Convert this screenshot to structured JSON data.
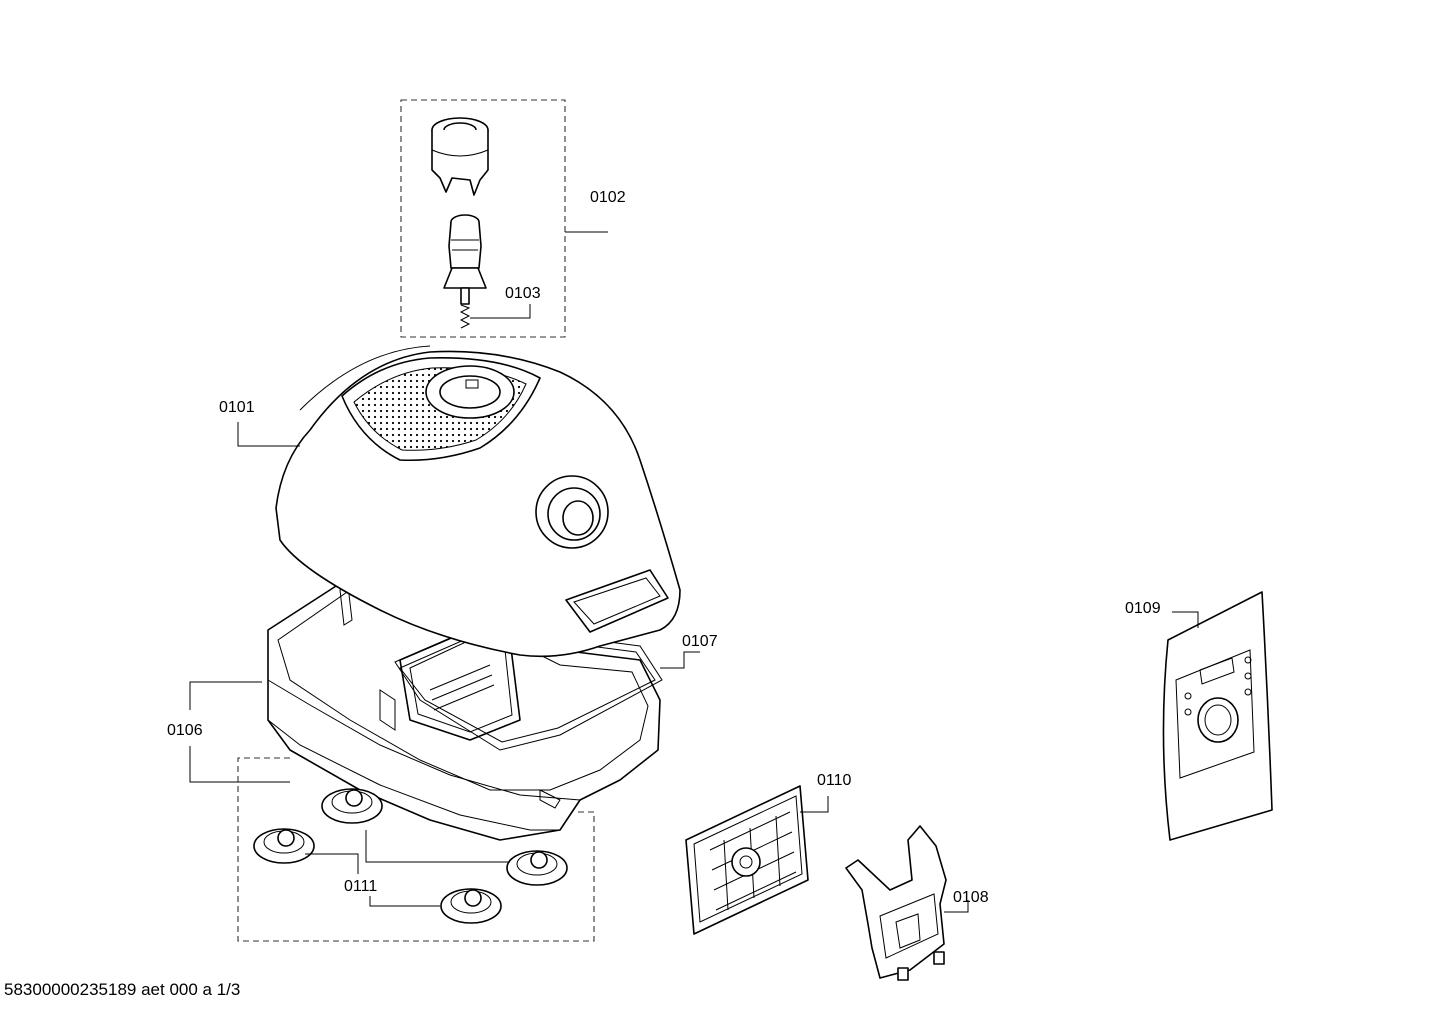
{
  "document_id": "58300000235189 aet 000 a 1/3",
  "parts": {
    "top_cover": "0101",
    "swivel_wheel_assembly": "0102",
    "swivel_wheel_pin": "0103",
    "base_housing": "0106",
    "cover_gasket": "0107",
    "bag_holder": "0108",
    "dust_bag": "0109",
    "motor_filter": "0110",
    "wheels": "0111"
  }
}
